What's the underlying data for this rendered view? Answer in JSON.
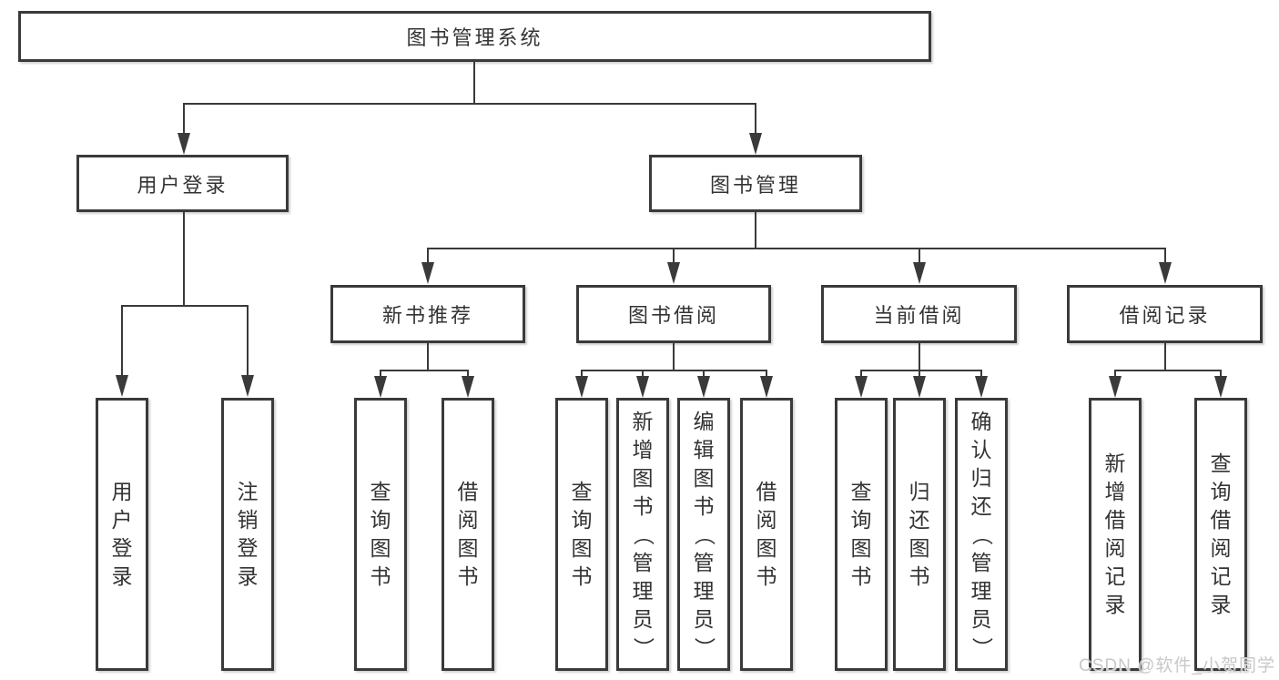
{
  "root": {
    "label": "图书管理系统"
  },
  "branches": [
    {
      "label": "用户登录",
      "children": [
        {
          "label": "用户登录"
        },
        {
          "label": "注销登录"
        }
      ]
    },
    {
      "label": "图书管理",
      "children": [
        {
          "label": "新书推荐",
          "children": [
            {
              "label": "查询图书"
            },
            {
              "label": "借阅图书"
            }
          ]
        },
        {
          "label": "图书借阅",
          "children": [
            {
              "label": "查询图书"
            },
            {
              "label": "新增图书（管理员）"
            },
            {
              "label": "编辑图书（管理员）"
            },
            {
              "label": "借阅图书"
            }
          ]
        },
        {
          "label": "当前借阅",
          "children": [
            {
              "label": "查询图书"
            },
            {
              "label": "归还图书"
            },
            {
              "label": "确认归还（管理员）"
            }
          ]
        },
        {
          "label": "借阅记录",
          "children": [
            {
              "label": "新增借阅记录"
            },
            {
              "label": "查询借阅记录"
            }
          ]
        }
      ]
    }
  ],
  "watermark": {
    "text": "CSDN @软件_小贺同学"
  },
  "colors": {
    "line": "#3a3a3a",
    "text": "#333333",
    "watermark": "#c8c8c8",
    "background": "#ffffff"
  }
}
